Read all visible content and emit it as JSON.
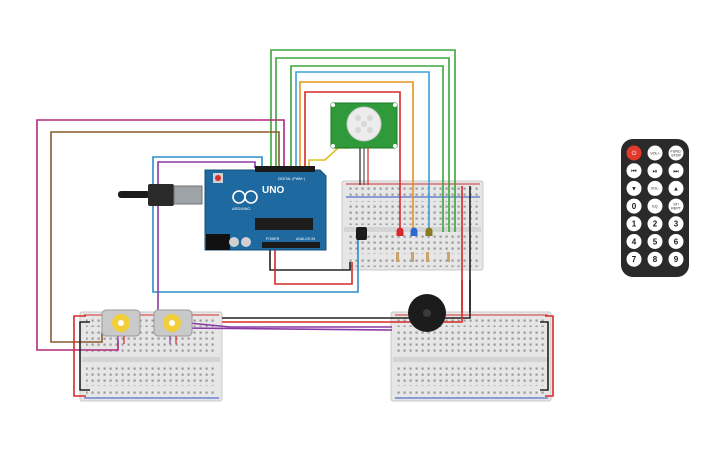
{
  "arduino": {
    "brand": "UNO",
    "maker": "ARDUINO",
    "digital_header": "DIGITAL (PWM~)",
    "power_header": "POWER",
    "analog_header": "ANALOG IN"
  },
  "remote": {
    "buttons": [
      {
        "label": "⏻",
        "kind": "power"
      },
      {
        "label": "VOL+",
        "kind": "small"
      },
      {
        "label": "FUNC/ STOP",
        "kind": "small"
      },
      {
        "label": "⏮",
        "kind": "icon"
      },
      {
        "label": "⏯",
        "kind": "icon"
      },
      {
        "label": "⏭",
        "kind": "icon"
      },
      {
        "label": "▼",
        "kind": "icon"
      },
      {
        "label": "VOL-",
        "kind": "small"
      },
      {
        "label": "▲",
        "kind": "icon"
      },
      {
        "label": "0",
        "kind": "num"
      },
      {
        "label": "EQ",
        "kind": "small"
      },
      {
        "label": "ST/ REPT",
        "kind": "small"
      },
      {
        "label": "1",
        "kind": "num"
      },
      {
        "label": "2",
        "kind": "num"
      },
      {
        "label": "3",
        "kind": "num"
      },
      {
        "label": "4",
        "kind": "num"
      },
      {
        "label": "5",
        "kind": "num"
      },
      {
        "label": "6",
        "kind": "num"
      },
      {
        "label": "7",
        "kind": "num"
      },
      {
        "label": "8",
        "kind": "num"
      },
      {
        "label": "9",
        "kind": "num"
      }
    ]
  },
  "colors": {
    "breadboard": "#e4e4e4",
    "arduino_board": "#1e6aa0",
    "pir_board": "#2f9a3a",
    "remote_body": "#2a2a2a",
    "wire_green": "#3aa63a",
    "wire_orange": "#e2951f",
    "wire_red": "#d62a2a",
    "wire_blue": "#2a8fc7",
    "wire_purple": "#8a3aa5",
    "wire_brown": "#8a5a2a",
    "wire_magenta": "#b02a7a",
    "wire_yellow": "#d9c020",
    "wire_black": "#222222"
  }
}
